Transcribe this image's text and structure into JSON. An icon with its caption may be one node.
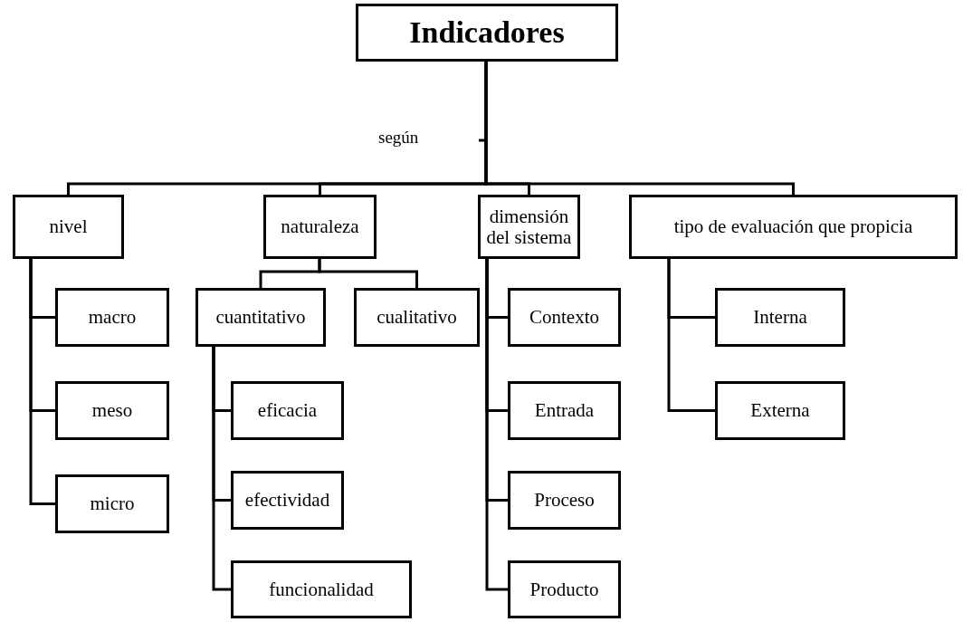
{
  "diagram": {
    "nodes": [
      {
        "text": [
          "Indicadores"
        ]
      },
      {
        "text": [
          "nivel"
        ]
      },
      {
        "text": [
          "naturaleza"
        ]
      },
      {
        "text": [
          "dimensión del sistema"
        ]
      },
      {
        "text": [
          "tipo de evaluación que propicia"
        ]
      },
      {
        "text": [
          "macro"
        ]
      },
      {
        "text": [
          "meso"
        ]
      },
      {
        "text": [
          "micro"
        ]
      },
      {
        "text": [
          "cuantitativo"
        ]
      },
      {
        "text": [
          "cualitativo"
        ]
      },
      {
        "text": [
          "eficacia"
        ]
      },
      {
        "text": [
          "efectividad"
        ]
      },
      {
        "text": [
          "funcionalidad"
        ]
      },
      {
        "text": [
          "Contexto"
        ]
      },
      {
        "text": [
          "Entrada"
        ]
      },
      {
        "text": [
          "Proceso"
        ]
      },
      {
        "text": [
          "Producto"
        ]
      },
      {
        "text": [
          "Interna"
        ]
      },
      {
        "text": [
          "Externa"
        ]
      }
    ],
    "edges": [
      {
        "from": 0,
        "to": 1,
        "arrow": "none"
      },
      {
        "from": 0,
        "to": 2,
        "arrow": "none"
      },
      {
        "from": 0,
        "to": 3,
        "arrow": "none"
      },
      {
        "from": 0,
        "to": 4,
        "arrow": "none"
      },
      {
        "from": 1,
        "to": 5,
        "arrow": "none"
      },
      {
        "from": 1,
        "to": 6,
        "arrow": "none"
      },
      {
        "from": 1,
        "to": 7,
        "arrow": "none"
      },
      {
        "from": 2,
        "to": 8,
        "arrow": "none"
      },
      {
        "from": 2,
        "to": 9,
        "arrow": "none"
      },
      {
        "from": 8,
        "to": 10,
        "arrow": "none"
      },
      {
        "from": 8,
        "to": 11,
        "arrow": "none"
      },
      {
        "from": 8,
        "to": 12,
        "arrow": "none"
      },
      {
        "from": 3,
        "to": 13,
        "arrow": "none"
      },
      {
        "from": 3,
        "to": 14,
        "arrow": "none"
      },
      {
        "from": 3,
        "to": 15,
        "arrow": "none"
      },
      {
        "from": 3,
        "to": 16,
        "arrow": "none"
      },
      {
        "from": 4,
        "to": 17,
        "arrow": "none"
      },
      {
        "from": 4,
        "to": 18,
        "arrow": "none"
      }
    ],
    "labels": [
      "según"
    ]
  }
}
